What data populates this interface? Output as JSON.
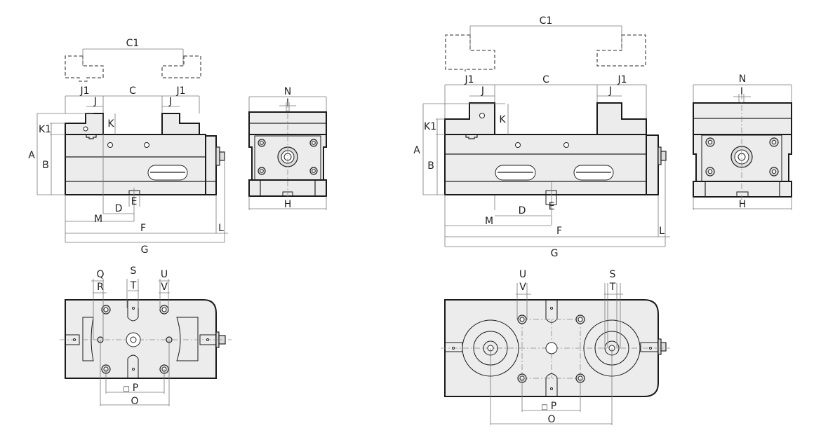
{
  "title": "Vise technical dimension drawing",
  "colors": {
    "body_fill": "#ececec",
    "outline": "#1a1a1a",
    "dimension_line": "#777777"
  },
  "left_vise": {
    "side_view_labels": {
      "c1": "C1",
      "j1_left": "J1",
      "c": "C",
      "j1_right": "J1",
      "j_left": "J",
      "j_right": "J",
      "k": "K",
      "k1": "K1",
      "a": "A",
      "b": "B",
      "e": "E",
      "d": "D",
      "m": "M",
      "f": "F",
      "l": "L",
      "g": "G"
    },
    "end_view_labels": {
      "n": "N",
      "i": "I",
      "h": "H"
    },
    "top_view_labels": {
      "q": "Q",
      "r": "R",
      "s": "S",
      "t": "T",
      "u": "U",
      "v": "V",
      "p": "P",
      "o": "O",
      "p_prefix": "□"
    }
  },
  "right_vise": {
    "side_view_labels": {
      "c1": "C1",
      "j1_left": "J1",
      "c": "C",
      "j1_right": "J1",
      "j_left": "J",
      "j_right": "J",
      "k": "K",
      "k1": "K1",
      "a": "A",
      "b": "B",
      "e": "E",
      "d": "D",
      "m": "M",
      "f": "F",
      "l": "L",
      "g": "G"
    },
    "end_view_labels": {
      "n": "N",
      "i": "I",
      "h": "H"
    },
    "top_view_labels": {
      "u": "U",
      "v": "V",
      "s": "S",
      "t": "T",
      "p": "P",
      "o": "O",
      "p_prefix": "□"
    }
  }
}
